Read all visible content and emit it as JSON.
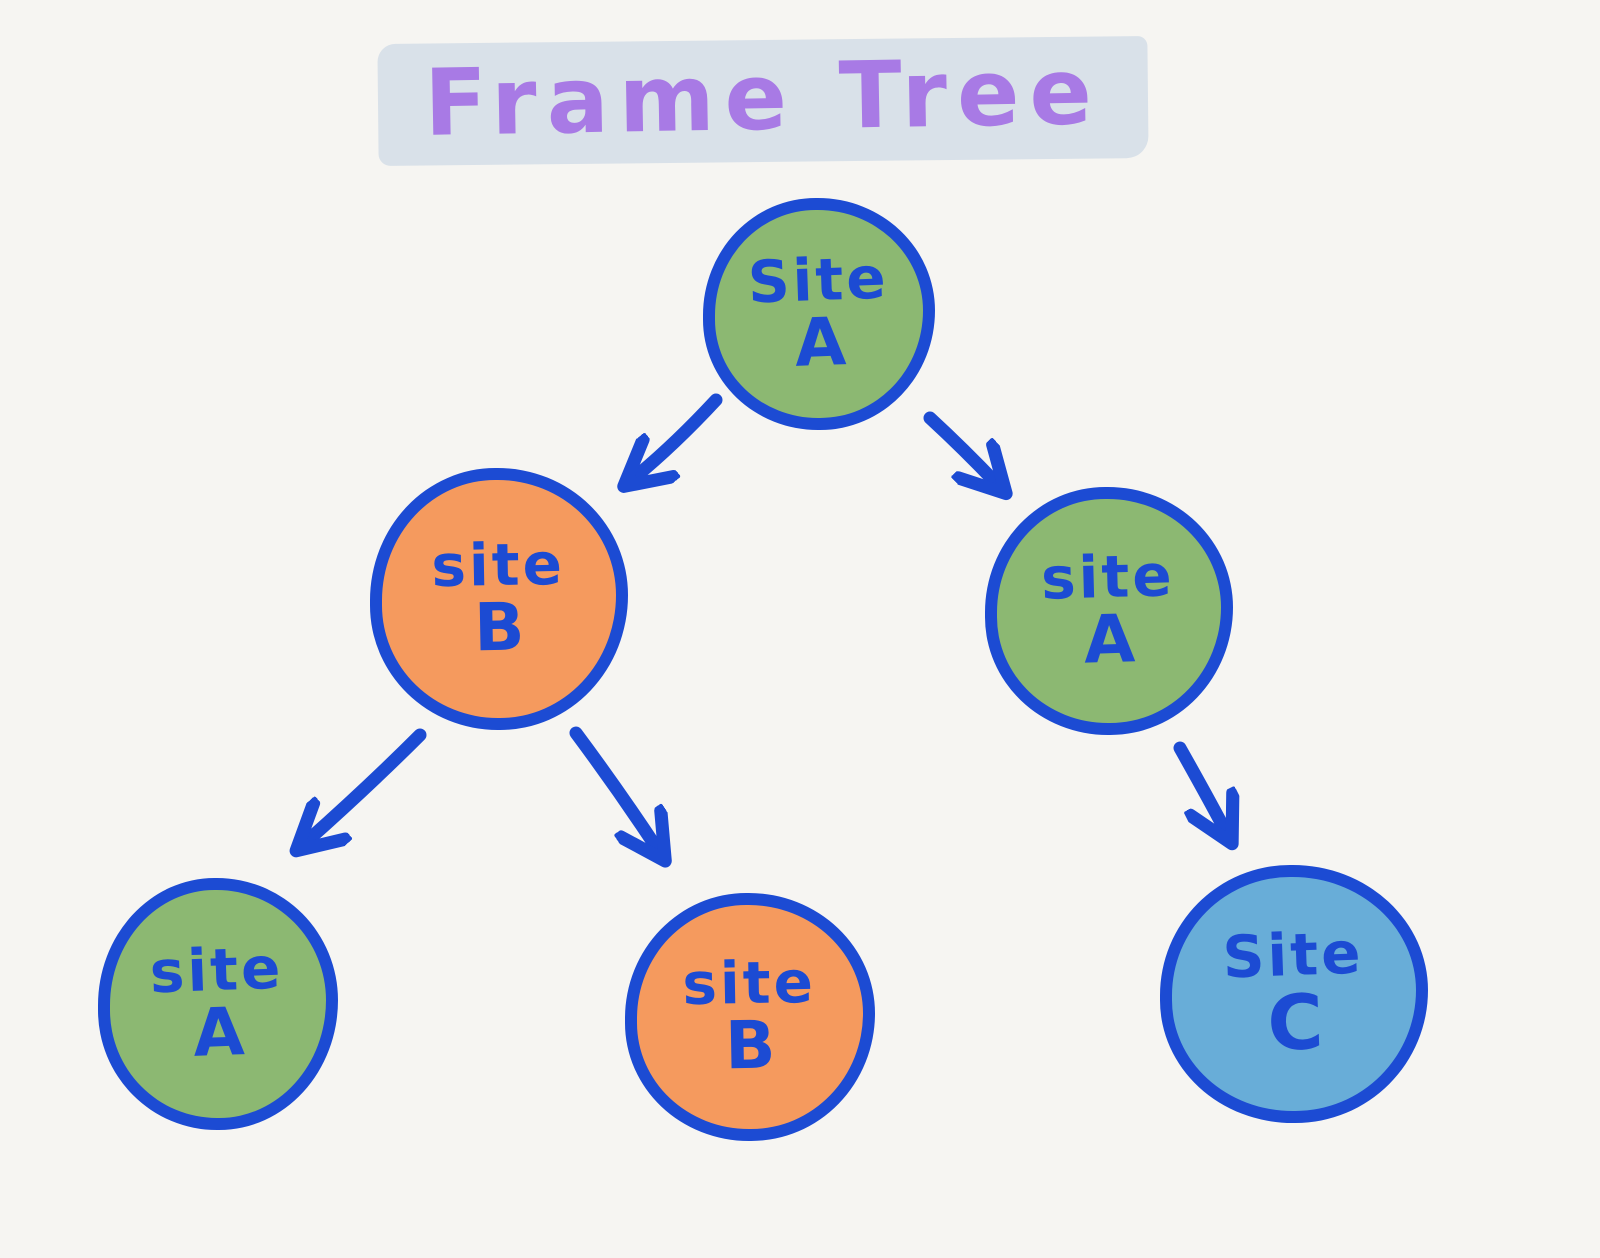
{
  "title": {
    "text": "Frame Tree"
  },
  "colors": {
    "background": "#f6f5f2",
    "title_text": "#a87ae5",
    "title_highlight": "#d9e1e9",
    "node_border": "#1c4bd3",
    "node_text": "#1c4bd3",
    "arrow": "#1c4bd3",
    "site_a_fill": "#8cb872",
    "site_b_fill": "#f59a5e",
    "site_c_fill": "#68add8"
  },
  "nodes": [
    {
      "id": "root-site-a",
      "line1": "Site",
      "line2": "A",
      "site": "A",
      "fill": "#8cb872"
    },
    {
      "id": "child-site-b",
      "line1": "site",
      "line2": "B",
      "site": "B",
      "fill": "#f59a5e"
    },
    {
      "id": "child-site-a",
      "line1": "site",
      "line2": "A",
      "site": "A",
      "fill": "#8cb872"
    },
    {
      "id": "leaf-site-a",
      "line1": "site",
      "line2": "A",
      "site": "A",
      "fill": "#8cb872"
    },
    {
      "id": "leaf-site-b",
      "line1": "site",
      "line2": "B",
      "site": "B",
      "fill": "#f59a5e"
    },
    {
      "id": "leaf-site-c",
      "line1": "Site",
      "line2": "C",
      "site": "C",
      "fill": "#68add8"
    }
  ],
  "edges": [
    {
      "from": "root-site-a",
      "to": "child-site-b"
    },
    {
      "from": "root-site-a",
      "to": "child-site-a"
    },
    {
      "from": "child-site-b",
      "to": "leaf-site-a"
    },
    {
      "from": "child-site-b",
      "to": "leaf-site-b"
    },
    {
      "from": "child-site-a",
      "to": "leaf-site-c"
    }
  ]
}
